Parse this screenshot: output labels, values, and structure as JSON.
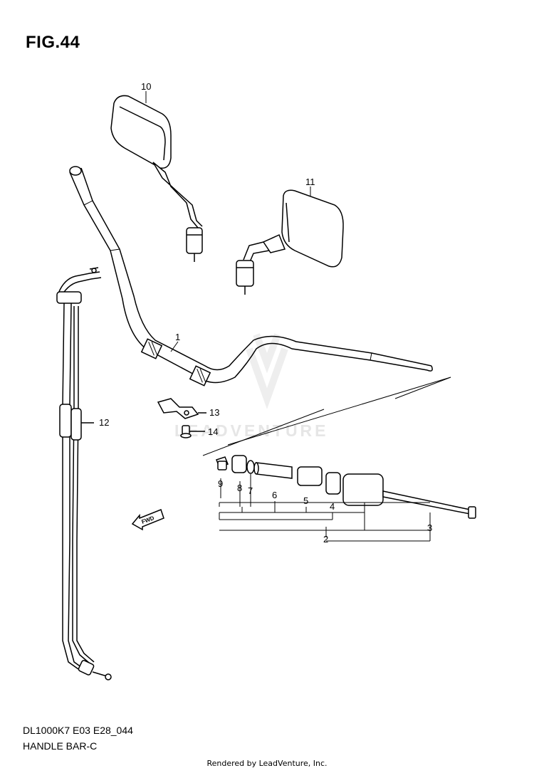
{
  "figure": {
    "title": "FIG.44"
  },
  "footer": {
    "model_code": "DL1000K7 E03 E28_044",
    "section_name": "HANDLE BAR-C",
    "credit": "Rendered by LeadVenture, Inc."
  },
  "watermark": {
    "text": "LEADVENTURE"
  },
  "direction_arrow": {
    "label": "FWD"
  },
  "callouts": [
    "1",
    "2",
    "3",
    "4",
    "5",
    "6",
    "7",
    "8",
    "9",
    "10",
    "11",
    "12",
    "13",
    "14"
  ],
  "parts": [
    {
      "ref": "1",
      "part": "handlebar"
    },
    {
      "ref": "2",
      "part": "balancer-set"
    },
    {
      "ref": "3",
      "part": "bolt"
    },
    {
      "ref": "4",
      "part": "spacer"
    },
    {
      "ref": "5",
      "part": "sleeve"
    },
    {
      "ref": "6",
      "part": "rod"
    },
    {
      "ref": "7",
      "part": "ring"
    },
    {
      "ref": "8",
      "part": "collar"
    },
    {
      "ref": "9",
      "part": "nut"
    },
    {
      "ref": "10",
      "part": "mirror-left"
    },
    {
      "ref": "11",
      "part": "mirror-right"
    },
    {
      "ref": "12",
      "part": "throttle-cable"
    },
    {
      "ref": "13",
      "part": "clamp"
    },
    {
      "ref": "14",
      "part": "screw"
    }
  ]
}
